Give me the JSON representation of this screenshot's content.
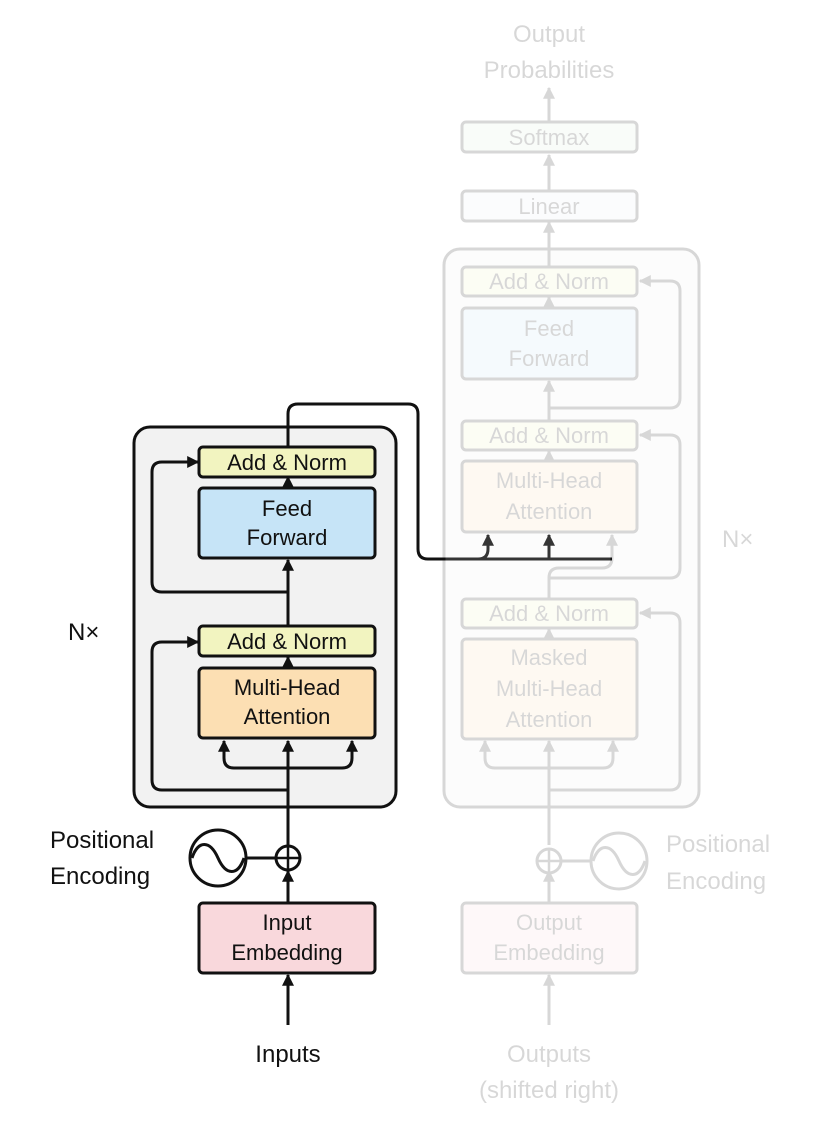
{
  "encoder": {
    "nx_label": "N×",
    "add_norm_top": "Add & Norm",
    "feed_forward_line1": "Feed",
    "feed_forward_line2": "Forward",
    "add_norm_bottom": "Add & Norm",
    "mha_line1": "Multi-Head",
    "mha_line2": "Attention",
    "positional_line1": "Positional",
    "positional_line2": "Encoding",
    "embedding_line1": "Input",
    "embedding_line2": "Embedding",
    "inputs_label": "Inputs"
  },
  "decoder": {
    "output_probs_line1": "Output",
    "output_probs_line2": "Probabilities",
    "softmax": "Softmax",
    "linear": "Linear",
    "add_norm_top": "Add & Norm",
    "feed_forward_line1": "Feed",
    "feed_forward_line2": "Forward",
    "add_norm_mid": "Add & Norm",
    "mha_line1": "Multi-Head",
    "mha_line2": "Attention",
    "nx_label": "N×",
    "add_norm_bottom": "Add & Norm",
    "masked_line1": "Masked",
    "masked_line2": "Multi-Head",
    "masked_line3": "Attention",
    "positional_line1": "Positional",
    "positional_line2": "Encoding",
    "embedding_line1": "Output",
    "embedding_line2": "Embedding",
    "outputs_line1": "Outputs",
    "outputs_line2": "(shifted right)"
  },
  "colors": {
    "add_norm": "#f2f4c0",
    "feed_forward": "#c6e4f7",
    "attention": "#fcdfb3",
    "embedding": "#f9d8dc",
    "softmax": "#dcefdc",
    "linear": "#ecedf6",
    "block_bg": "#f2f2f2",
    "stroke": "#111111"
  }
}
